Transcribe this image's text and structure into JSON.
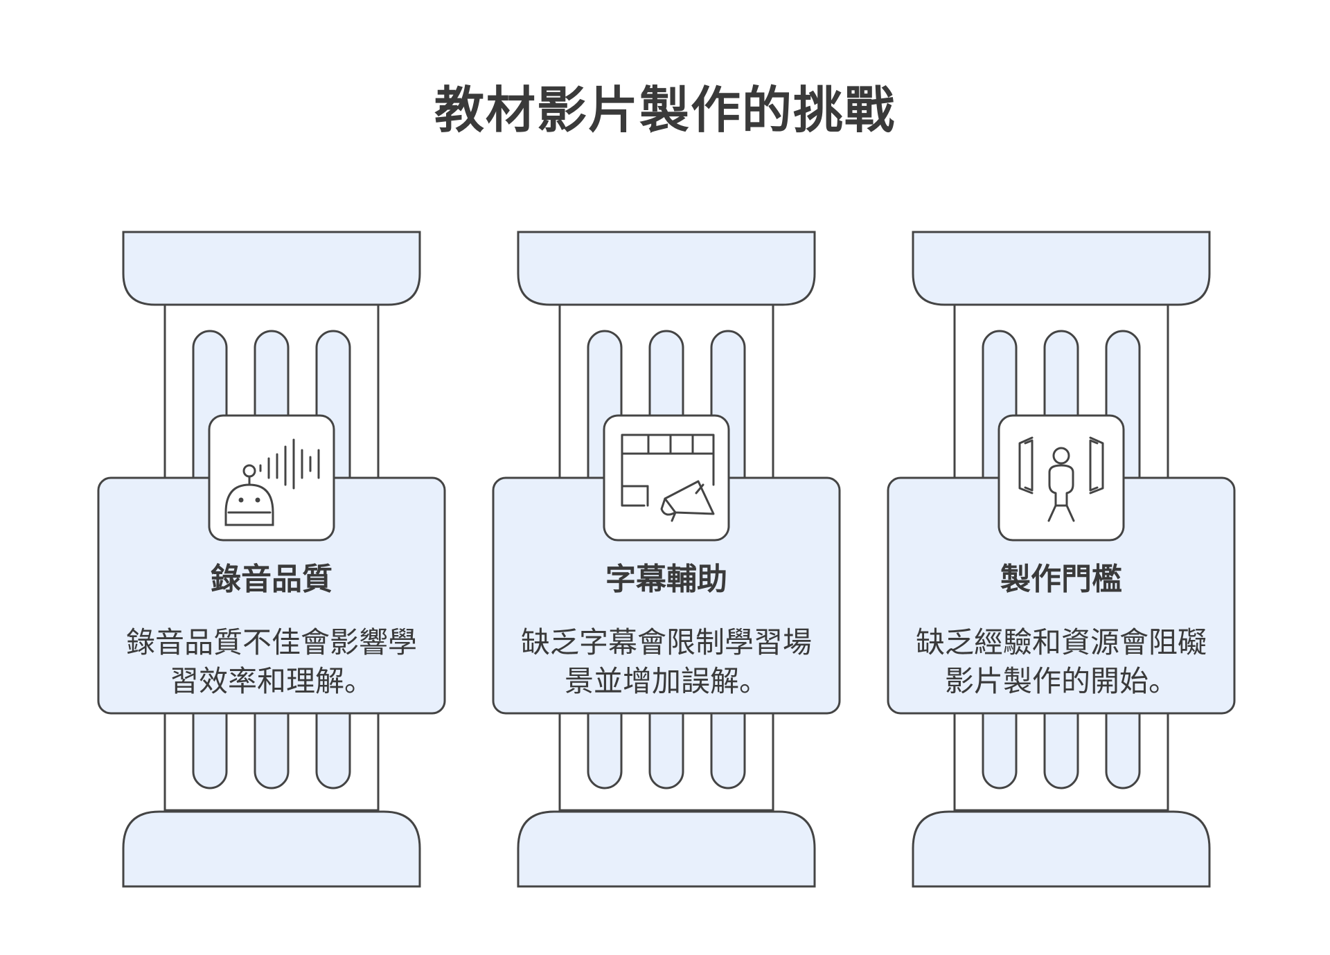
{
  "title": "教材影片製作的挑戰",
  "colors": {
    "fill": "#e8f0fc",
    "stroke": "#444444",
    "text": "#3a3a3a"
  },
  "pillars": [
    {
      "title": "錄音品質",
      "description": "錄音品質不佳會影響學習效率和理解。",
      "icon": "microphone-robot-icon"
    },
    {
      "title": "字幕輔助",
      "description": "缺乏字幕會限制學習場景並增加誤解。",
      "icon": "subtitle-megaphone-icon"
    },
    {
      "title": "製作門檻",
      "description": "缺乏經驗和資源會阻礙影片製作的開始。",
      "icon": "person-studio-icon"
    }
  ]
}
